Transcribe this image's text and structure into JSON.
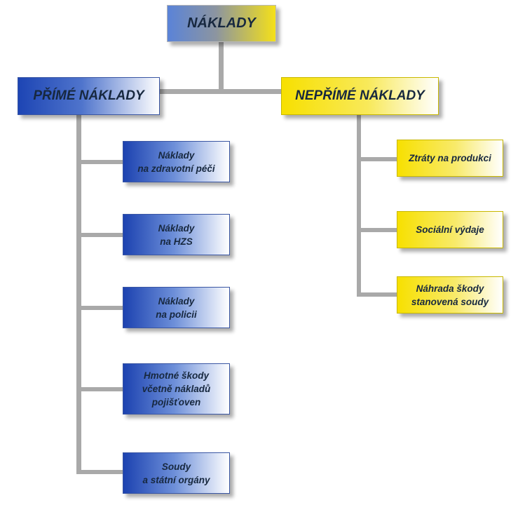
{
  "diagram": {
    "root": {
      "label": "NÁKLADY"
    },
    "direct": {
      "label": "PŘÍMÉ NÁKLADY",
      "items": [
        {
          "label": "Náklady\nna zdravotní péči"
        },
        {
          "label": "Náklady\nna HZS"
        },
        {
          "label": "Náklady\nna policii"
        },
        {
          "label": "Hmotné škody\nvčetně nákladů\npojišťoven"
        },
        {
          "label": "Soudy\na státní orgány"
        }
      ]
    },
    "indirect": {
      "label": "NEPŘÍMÉ NÁKLADY",
      "items": [
        {
          "label": "Ztráty na produkci"
        },
        {
          "label": "Sociální výdaje"
        },
        {
          "label": "Náhrada škody\nstanovená soudy"
        }
      ]
    },
    "colors": {
      "blue": "#1d45b4",
      "yellow": "#f7e000",
      "connector": "#a9a9a9",
      "text": "#17283f"
    }
  }
}
